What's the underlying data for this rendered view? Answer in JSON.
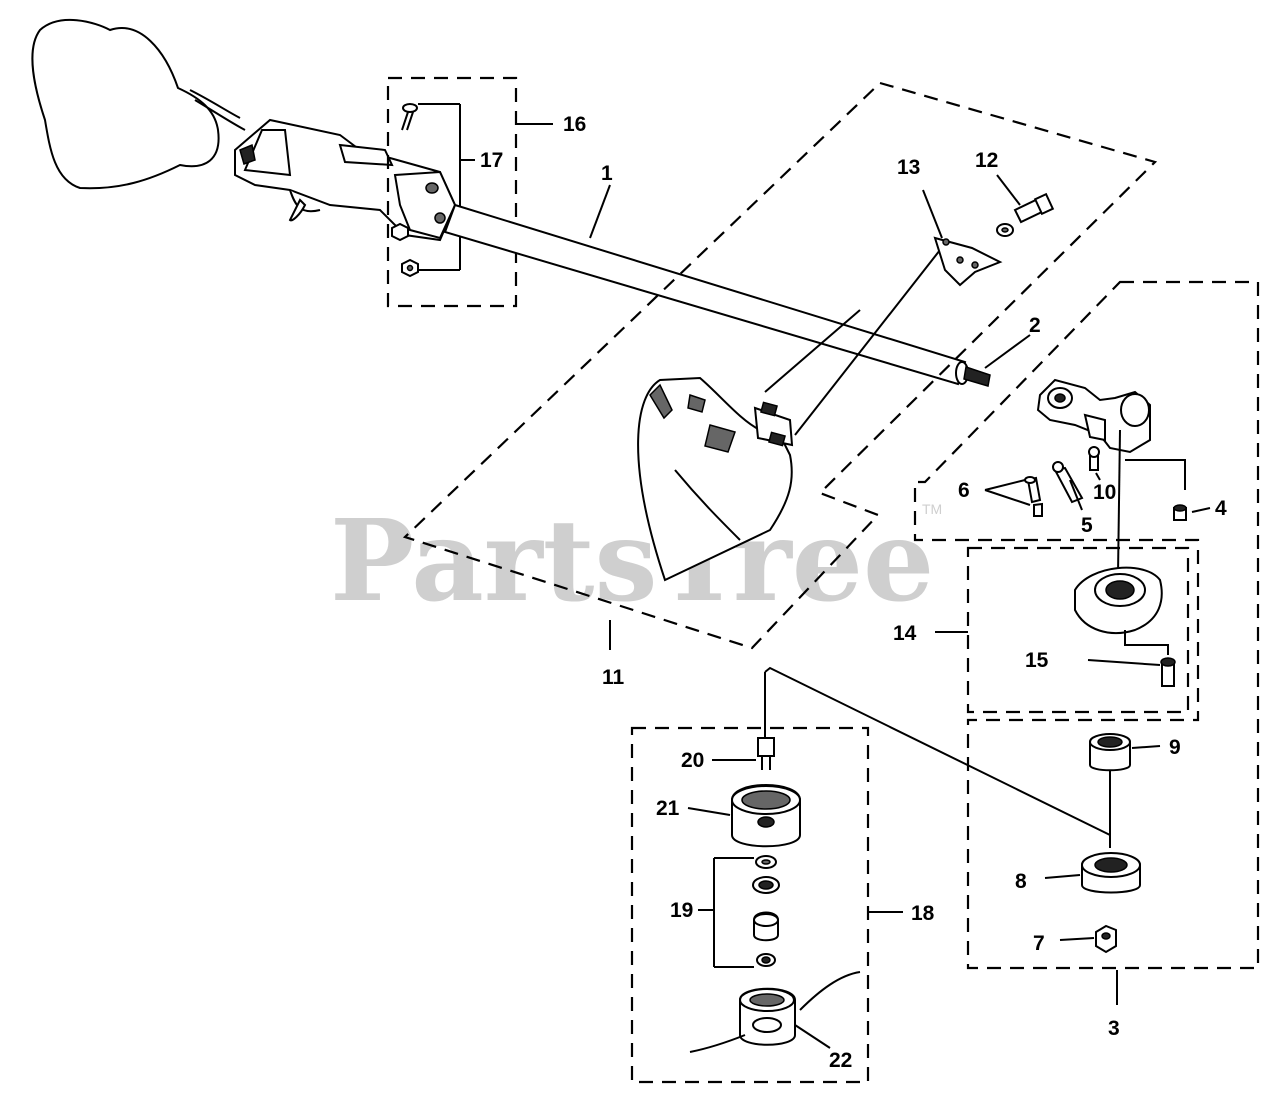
{
  "watermark": {
    "text": "PartsTree",
    "trademark": "TM"
  },
  "labels": {
    "p1": "1",
    "p2": "2",
    "p3": "3",
    "p4": "4",
    "p5": "5",
    "p6": "6",
    "p7": "7",
    "p8": "8",
    "p9": "9",
    "p10": "10",
    "p11": "11",
    "p12": "12",
    "p13": "13",
    "p14": "14",
    "p15": "15",
    "p16": "16",
    "p17": "17",
    "p18": "18",
    "p19": "19",
    "p20": "20",
    "p21": "21",
    "p22": "22"
  },
  "colors": {
    "watermark": "#cfcfcf",
    "ink": "#000000",
    "background": "#ffffff"
  }
}
